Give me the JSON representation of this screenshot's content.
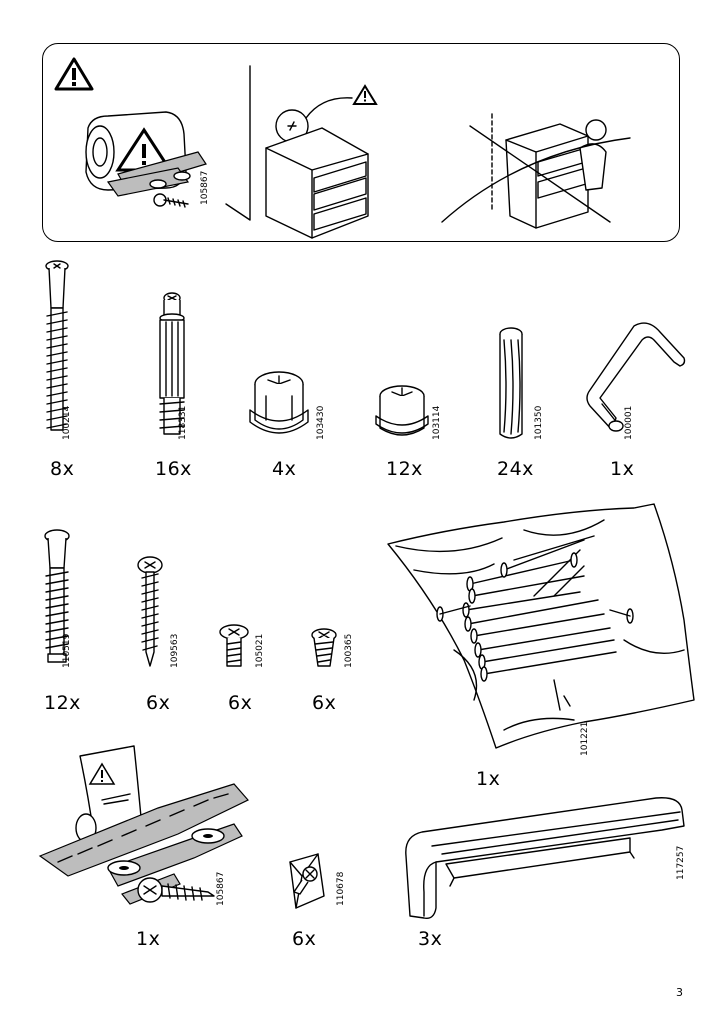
{
  "page_number": "3",
  "icons": {
    "warning": "warning-triangle-icon"
  },
  "safety_panel": {
    "kit_code": "105867"
  },
  "parts": {
    "row1": [
      {
        "code": "100214",
        "qty": "8x"
      },
      {
        "code": "118331",
        "qty": "16x"
      },
      {
        "code": "103430",
        "qty": "4x"
      },
      {
        "code": "103114",
        "qty": "12x"
      },
      {
        "code": "101350",
        "qty": "24x"
      },
      {
        "code": "100001",
        "qty": "1x"
      }
    ],
    "row2": [
      {
        "code": "110519",
        "qty": "12x"
      },
      {
        "code": "109563",
        "qty": "6x"
      },
      {
        "code": "105021",
        "qty": "6x"
      },
      {
        "code": "100365",
        "qty": "6x"
      },
      {
        "code": "101221",
        "qty": "1x"
      }
    ],
    "row3": [
      {
        "code": "105867",
        "qty": "1x"
      },
      {
        "code": "110678",
        "qty": "6x"
      },
      {
        "code": "117257",
        "qty": "3x"
      }
    ]
  }
}
